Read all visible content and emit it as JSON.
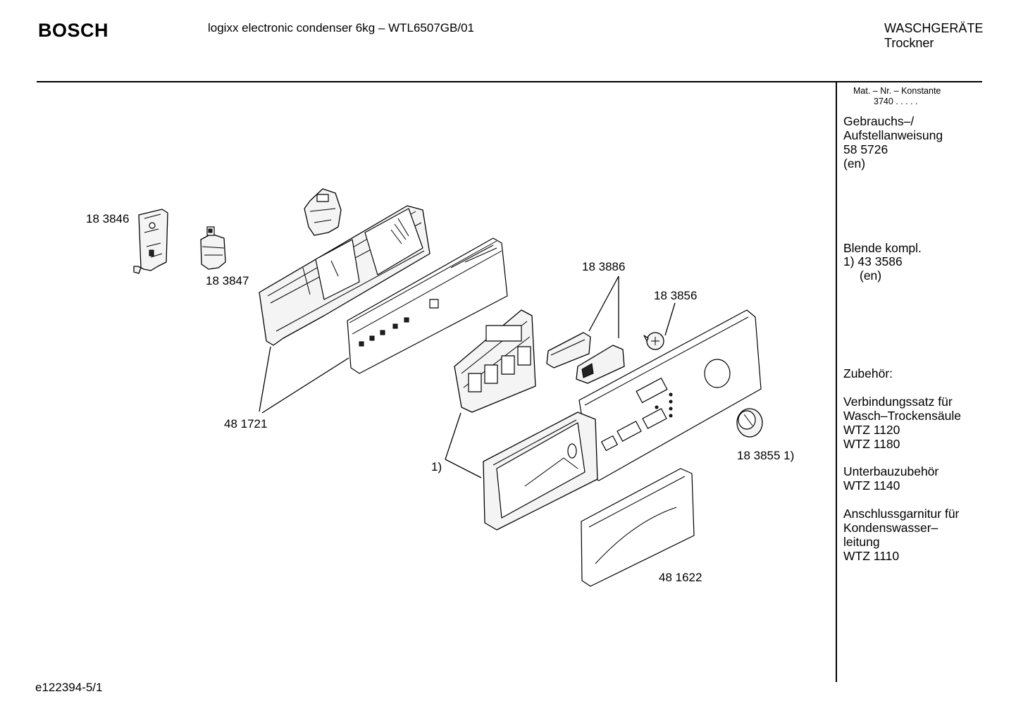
{
  "header": {
    "brand": "BOSCH",
    "model": "logixx electronic condenser 6kg – WTL6507GB/01",
    "category": "WASCHGERÄTE",
    "subcategory": "Trockner"
  },
  "sidebar": {
    "mat_label": "Mat. – Nr. – Konstante",
    "mat_value": "3740 .   .   .   .   .",
    "manual_title": "Gebrauchs–/",
    "manual_title2": "Aufstellanweisung",
    "manual_number": "58 5726",
    "manual_lang": "(en)",
    "panel_title": "Blende kompl.",
    "panel_number": "1) 43 3586",
    "panel_lang": "(en)",
    "accessories_title": "Zubehör:",
    "acc1_line1": "Verbindungssatz für",
    "acc1_line2": "Wasch–Trockensäule",
    "acc1_code1": "WTZ 1120",
    "acc1_code2": "WTZ 1180",
    "acc2_line1": "Unterbauzubehör",
    "acc2_code1": "WTZ 1140",
    "acc3_line1": "Anschlussgarnitur für",
    "acc3_line2": "Kondenswasser–",
    "acc3_line3": "leitung",
    "acc3_code1": "WTZ 1110"
  },
  "callouts": {
    "p183846": "18 3846",
    "p183847": "18 3847",
    "p481721": "48 1721",
    "p183886": "18 3886",
    "p183856": "18 3856",
    "p183855": "18 3855 1)",
    "p1": "1)",
    "p481622": "48 1622"
  },
  "footer": {
    "drawing_id": "e122394-5/1"
  }
}
